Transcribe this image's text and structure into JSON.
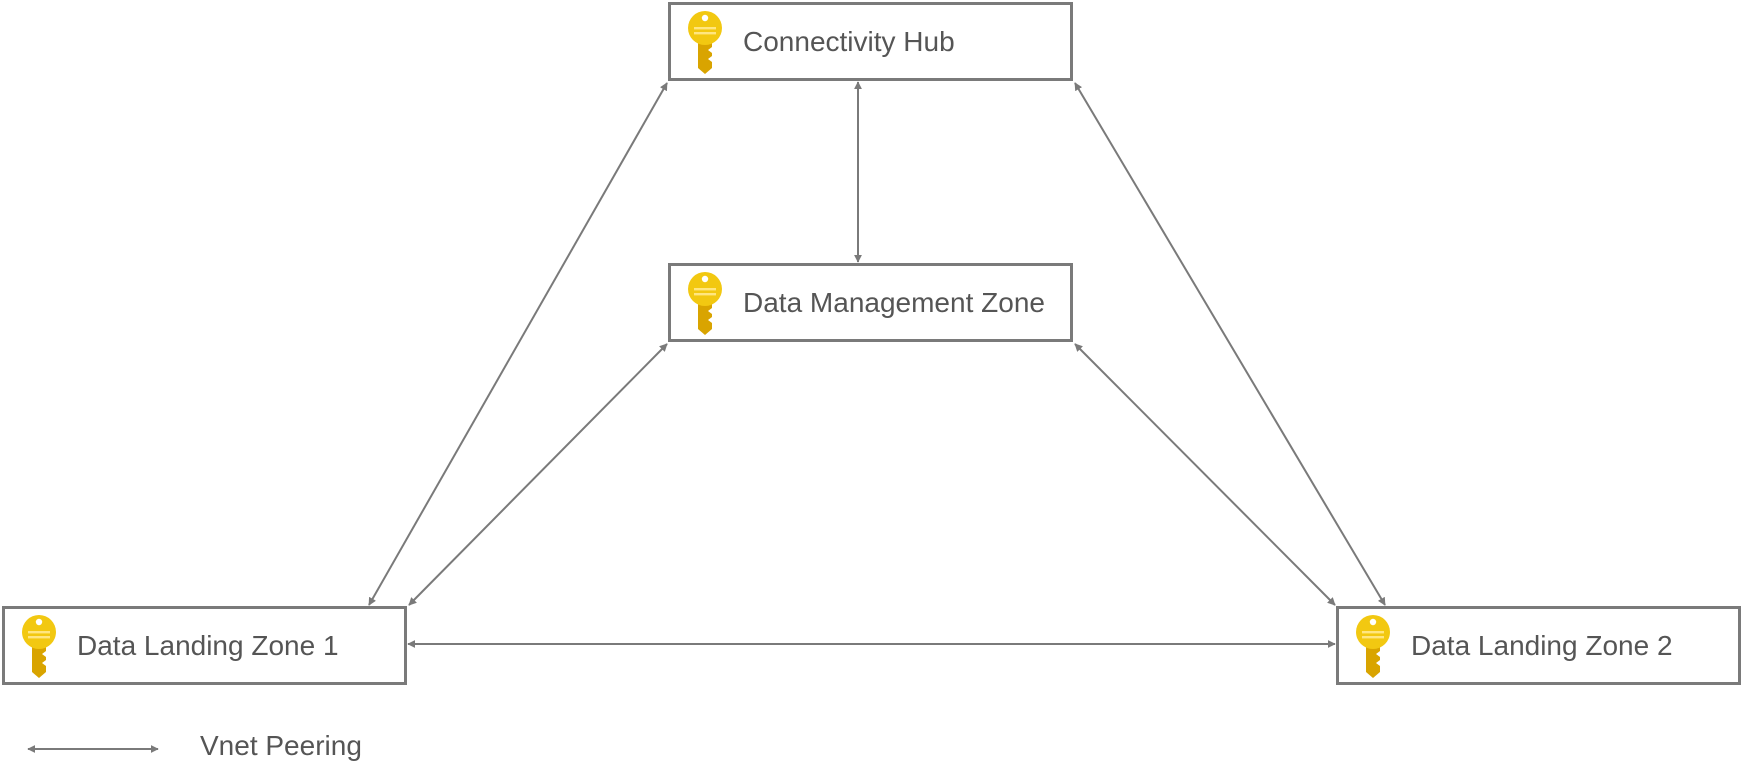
{
  "diagram": {
    "nodes": [
      {
        "id": "hub",
        "label": "Connectivity Hub",
        "icon": "key-icon"
      },
      {
        "id": "dmz",
        "label": "Data Management Zone",
        "icon": "key-icon"
      },
      {
        "id": "dlz1",
        "label": "Data Landing Zone 1",
        "icon": "key-icon"
      },
      {
        "id": "dlz2",
        "label": "Data Landing Zone 2",
        "icon": "key-icon"
      }
    ],
    "edges": [
      {
        "from": "hub",
        "to": "dmz",
        "type": "bidirectional"
      },
      {
        "from": "hub",
        "to": "dlz1",
        "type": "bidirectional"
      },
      {
        "from": "hub",
        "to": "dlz2",
        "type": "bidirectional"
      },
      {
        "from": "dmz",
        "to": "dlz1",
        "type": "bidirectional"
      },
      {
        "from": "dmz",
        "to": "dlz2",
        "type": "bidirectional"
      },
      {
        "from": "dlz1",
        "to": "dlz2",
        "type": "bidirectional"
      }
    ],
    "legend": {
      "label": "Vnet Peering"
    },
    "colors": {
      "border": "#7a7a7a",
      "arrow": "#7a7a7a",
      "text": "#555555",
      "key": "#f2c811",
      "key_dark": "#d9a400"
    }
  }
}
